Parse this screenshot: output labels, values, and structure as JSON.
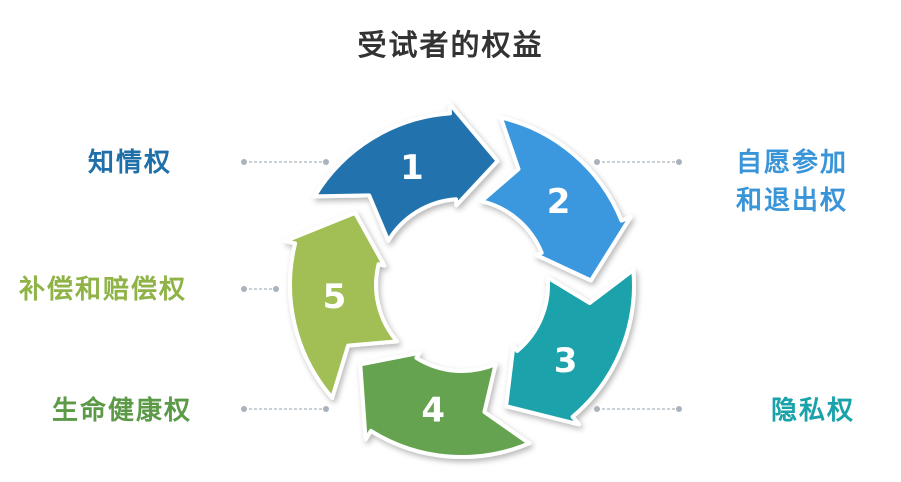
{
  "title": "受试者的权益",
  "colors": {
    "seg1": "#2272ad",
    "seg2": "#3b98de",
    "seg3": "#1aa2aa",
    "seg4": "#66a351",
    "seg5": "#a1bf55",
    "connector": "#a9b3bd",
    "title": "#333333"
  },
  "segments": [
    {
      "number": "1",
      "label_lines": [
        "知情权"
      ]
    },
    {
      "number": "2",
      "label_lines": [
        "自愿参加",
        "和退出权"
      ]
    },
    {
      "number": "3",
      "label_lines": [
        "隐私权"
      ]
    },
    {
      "number": "4",
      "label_lines": [
        "生命健康权"
      ]
    },
    {
      "number": "5",
      "label_lines": [
        "补偿和赔偿权"
      ]
    }
  ]
}
